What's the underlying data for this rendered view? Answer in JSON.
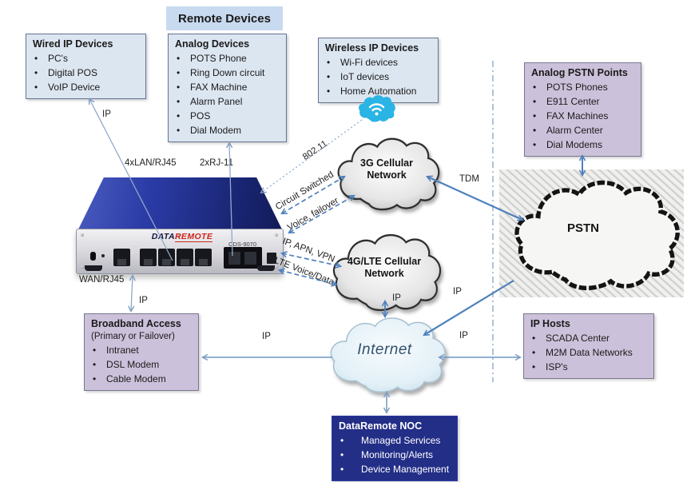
{
  "title": "Remote Devices",
  "boxes": {
    "wired": {
      "title": "Wired IP Devices",
      "items": [
        "PC's",
        "Digital POS",
        "VoIP Device"
      ]
    },
    "analog": {
      "title": "Analog Devices",
      "items": [
        "POTS Phone",
        "Ring Down circuit",
        "FAX Machine",
        "Alarm Panel",
        "POS",
        "Dial Modem"
      ]
    },
    "wireless": {
      "title": "Wireless IP  Devices",
      "items": [
        "Wi-Fi devices",
        "IoT devices",
        "Home Automation"
      ]
    },
    "pstn_points": {
      "title": "Analog PSTN Points",
      "items": [
        "POTS Phones",
        "E911 Center",
        "FAX Machines",
        "Alarm Center",
        "Dial Modems"
      ]
    },
    "broadband": {
      "title": "Broadband Access",
      "subtitle": "(Primary or Failover)",
      "items": [
        "Intranet",
        "DSL Modem",
        "Cable Modem"
      ]
    },
    "ip_hosts": {
      "title": "IP Hosts",
      "items": [
        "SCADA Center",
        "M2M Data Networks",
        "ISP's"
      ]
    },
    "noc": {
      "title": "DataRemote NOC",
      "items": [
        "Managed Services",
        "Monitoring/Alerts",
        "Device Management"
      ]
    }
  },
  "clouds": {
    "cellular_3g": "3G Cellular Network",
    "cellular_4g": "4G/LTE Cellular Network",
    "internet": "Internet",
    "pstn": "PSTN"
  },
  "device": {
    "brand_left": "DATA",
    "brand_right": "REMOTE",
    "model": "CDS-9070"
  },
  "edge_labels": {
    "ip_lan": "IP",
    "lan_ports": "4xLAN/RJ45",
    "rj11_ports": "2xRJ-11",
    "wifi_802_11": "802.11",
    "circuit_switched": "Circuit Switched",
    "voice_failover": "Voice, failover",
    "ip_apn_vpn": "IP, APN, VPN",
    "lte_voice_data": "LTE Voice/Data",
    "tdm": "TDM",
    "wan_port": "WAN/RJ45",
    "ip_wan": "IP",
    "ip_broadband": "IP",
    "ip_4g_internet": "IP",
    "ip_pstn_internet": "IP",
    "ip_internet_hosts": "IP"
  },
  "colors": {
    "box_blue": "#dce6f1",
    "box_lavender": "#ccc1da",
    "box_navy": "#232e87",
    "title_bg": "#c8daf0",
    "arrow_blue": "#4f81bd",
    "wifi_cyan": "#29b4e4",
    "brand_red": "#cf2418"
  }
}
